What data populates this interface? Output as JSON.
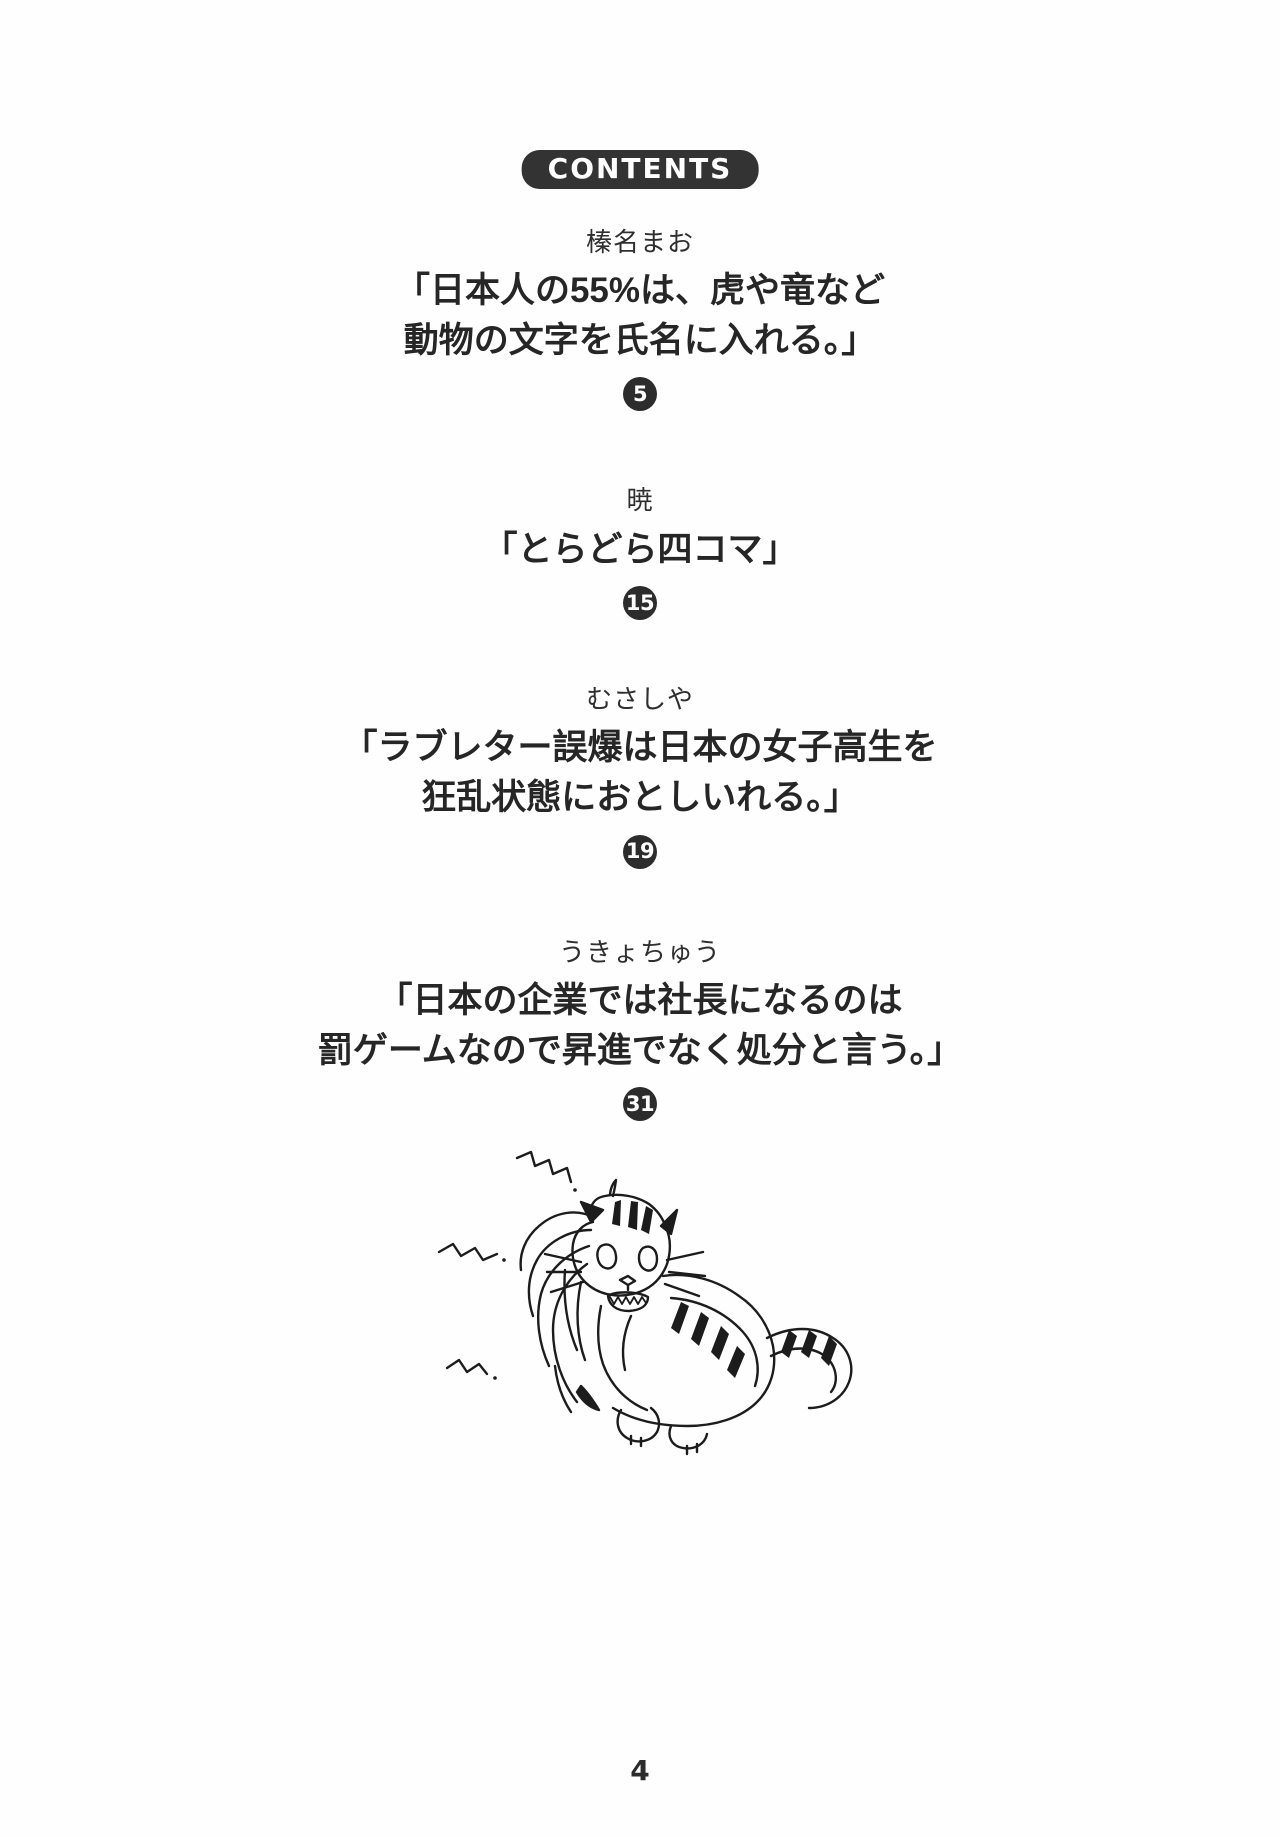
{
  "document": {
    "heading": "CONTENTS",
    "folio_page_number": "4",
    "accent_dark": "#2c2c2c",
    "text_color": "#262626",
    "paper_color": "#fefefe"
  },
  "entries": [
    {
      "author": "榛名まお",
      "title_lines": [
        "「日本人の55%は、虎や竜など",
        "動物の文字を氏名に入れる。」"
      ],
      "page": "5"
    },
    {
      "author": "暁",
      "title_lines": [
        "「とらどら四コマ」"
      ],
      "page": "15"
    },
    {
      "author": "むさしや",
      "title_lines": [
        "「ラブレター誤爆は日本の女子高生を",
        "狂乱状態におとしいれる。」"
      ],
      "page": "19"
    },
    {
      "author": "うきょちゅう",
      "title_lines": [
        "「日本の企業では社長になるのは",
        "罰ゲームなので昇進でなく処分と言う。」"
      ],
      "page": "31"
    }
  ],
  "illustration": {
    "name": "tiger-and-girl-lineart",
    "description": "モノクロ線画：怒った虎（猫）と女の子、びっくりマーク（ギザギザ線）つき"
  }
}
